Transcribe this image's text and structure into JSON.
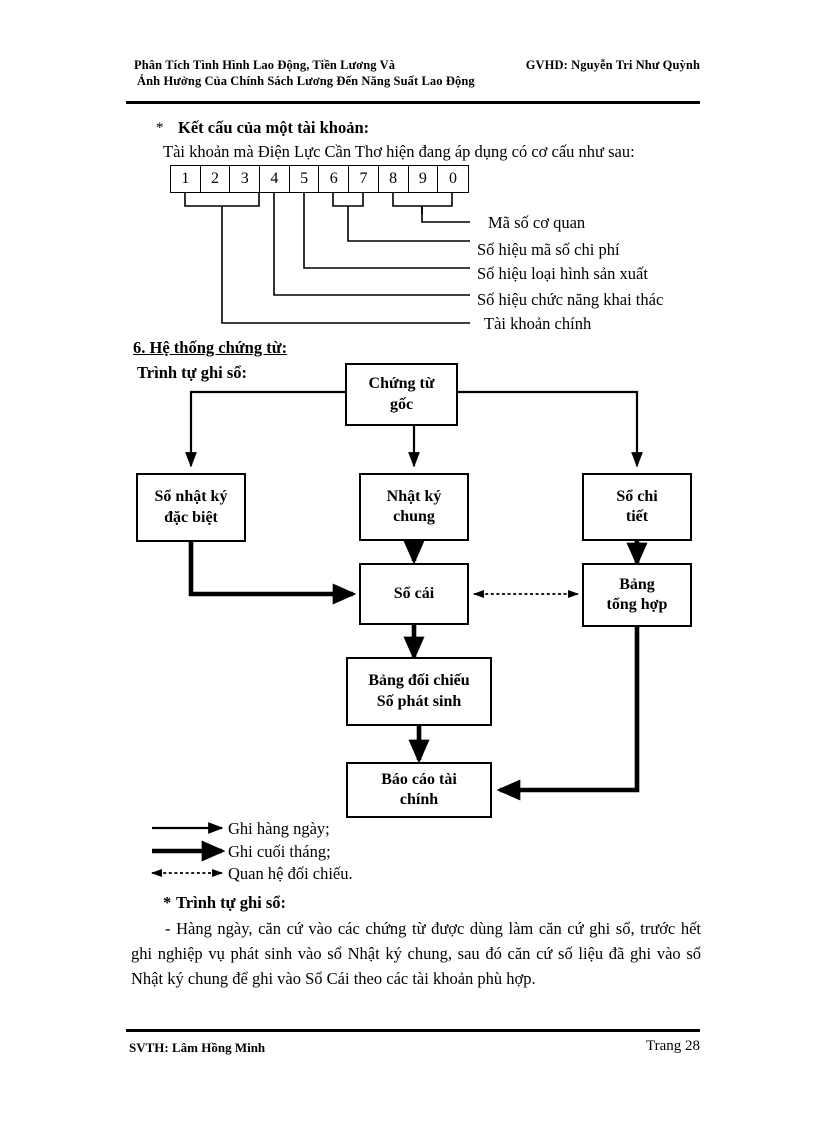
{
  "header": {
    "left_line1": "Phân Tích Tình Hình Lao Động, Tiền Lương Và",
    "left_line2": "Ảnh Hưởng Của Chính Sách Lương Đến Năng Suất Lao Động",
    "right": "GVHD: Nguyễn Tri Như Quỳnh"
  },
  "account_structure": {
    "bullet": "*",
    "heading": "Kết cấu của một tài khoản:",
    "intro": "Tài khoản mà Điện Lực Cần Thơ hiện đang áp dụng có cơ cấu như sau:",
    "digits": [
      "1",
      "2",
      "3",
      "4",
      "5",
      "6",
      "7",
      "8",
      "9",
      "0"
    ],
    "labels": [
      "Mã số cơ quan",
      "Số hiệu mã số chi phí",
      "Số hiệu loại hình sản xuất",
      "Số hiệu chức năng khai thác",
      "Tài khoản chính"
    ]
  },
  "section6": {
    "heading": "6. Hệ thống chứng từ:",
    "subheading": "Trình tự ghi sổ:"
  },
  "flowchart": {
    "boxes": {
      "chung_tu_goc": {
        "line1": "Chứng từ",
        "line2": "gốc"
      },
      "so_nhat_ky_dac_biet": {
        "line1": "Sổ nhật ký",
        "line2": "đặc biệt"
      },
      "nhat_ky_chung": {
        "line1": "Nhật ký",
        "line2": "chung"
      },
      "so_chi_tiet": {
        "line1": "Sổ chi",
        "line2": "tiết"
      },
      "so_cai": {
        "line1": "Sổ cái",
        "line2": ""
      },
      "bang_tong_hop": {
        "line1": "Bảng",
        "line2": "tổng hợp"
      },
      "bang_doi_chieu": {
        "line1": "Bảng đối chiếu",
        "line2": "Số phát sinh"
      },
      "bao_cao_tai_chinh": {
        "line1": "Báo cáo tài",
        "line2": "chính"
      }
    }
  },
  "legend": {
    "items": [
      {
        "icon": "thin-arrow-icon",
        "label": "Ghi hàng ngày;"
      },
      {
        "icon": "thick-arrow-icon",
        "label": "Ghi cuối tháng;"
      },
      {
        "icon": "dotted-double-arrow-icon",
        "label": "Quan hệ đối chiếu."
      }
    ]
  },
  "body": {
    "bullet": "*",
    "heading": "Trình tự ghi sổ:",
    "paragraph": "- Hàng ngày, căn cứ vào các chứng từ được dùng làm căn cứ ghi sổ, trước hết ghi nghiệp vụ phát sinh vào sổ Nhật ký chung, sau đó căn cứ số liệu đã ghi vào sổ Nhật ký chung để ghi vào Sổ Cái theo các tài khoản phù hợp."
  },
  "footer": {
    "left": "SVTH: Lâm Hồng Minh",
    "right": "Trang 28"
  },
  "colors": {
    "ink": "#000000",
    "paper": "#ffffff"
  }
}
